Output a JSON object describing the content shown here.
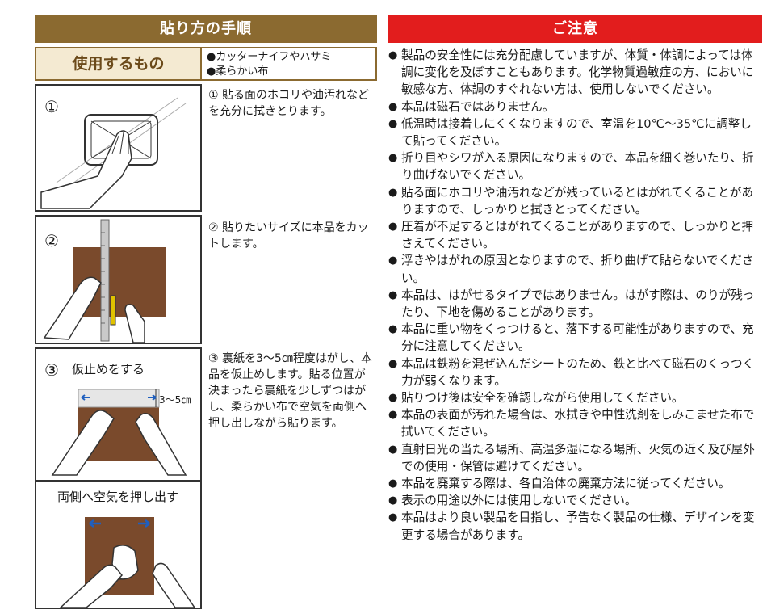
{
  "howto": {
    "title": "貼り方の手順",
    "uses_label": "使用するもの",
    "uses_items": [
      "●カッターナイフやハサミ",
      "●柔らかい布"
    ],
    "steps": [
      {
        "num": "1",
        "text": "① 貼る面のホコリや油汚れなどを充分に拭きとります。"
      },
      {
        "num": "2",
        "text": "② 貼りたいサイズに本品をカットします。"
      },
      {
        "num": "3",
        "text": "③ 裏紙を3～5㎝程度はがし、本品を仮止めします。貼る位置が決まったら裏紙を少しずつはがし、柔らかい布で空気を両側へ押し出しながら貼ります。"
      }
    ],
    "panel3_label": "仮止めをする",
    "panel3_measure": "3～5㎝",
    "panel4_label": "両側へ空気を押し出す"
  },
  "caution": {
    "title": "ご注意",
    "items": [
      "製品の安全性には充分配慮していますが、体質・体調によっては体調に変化を及ぼすこともあります。化学物質過敏症の方、においに敏感な方、体調のすぐれない方は、使用しないでください。",
      "本品は磁石ではありません。",
      "低温時は接着しにくくなりますので、室温を10℃～35℃に調整して貼ってください。",
      "折り目やシワが入る原因になりますので、本品を細く巻いたり、折り曲げないでください。",
      "貼る面にホコリや油汚れなどが残っているとはがれてくることがありますので、しっかりと拭きとってください。",
      "圧着が不足するとはがれてくることがありますので、しっかりと押さえてください。",
      "浮きやはがれの原因となりますので、折り曲げて貼らないでください。",
      "本品は、はがせるタイプではありません。はがす際は、のりが残ったり、下地を傷めることがあります。",
      "本品に重い物をくっつけると、落下する可能性がありますので、充分に注意してください。",
      "本品は鉄粉を混ぜ込んだシートのため、鉄と比べて磁石のくっつく力が弱くなります。",
      "貼りつけ後は安全を確認しながら使用してください。",
      "本品の表面が汚れた場合は、水拭きや中性洗剤をしみこませた布で拭いてください。",
      "直射日光の当たる場所、高温多湿になる場所、火気の近く及び屋外での使用・保管は避けてください。",
      "本品を廃棄する際は、各自治体の廃棄方法に従ってください。",
      "表示の用途以外には使用しないでください。",
      "本品はより良い製品を目指し、予告なく製品の仕様、デザインを変更する場合があります。"
    ]
  },
  "colors": {
    "brown_header": "#8b6a30",
    "red_header": "#e21d1d",
    "sheet": "#7a4a2c",
    "arrow": "#1f5fbf"
  }
}
